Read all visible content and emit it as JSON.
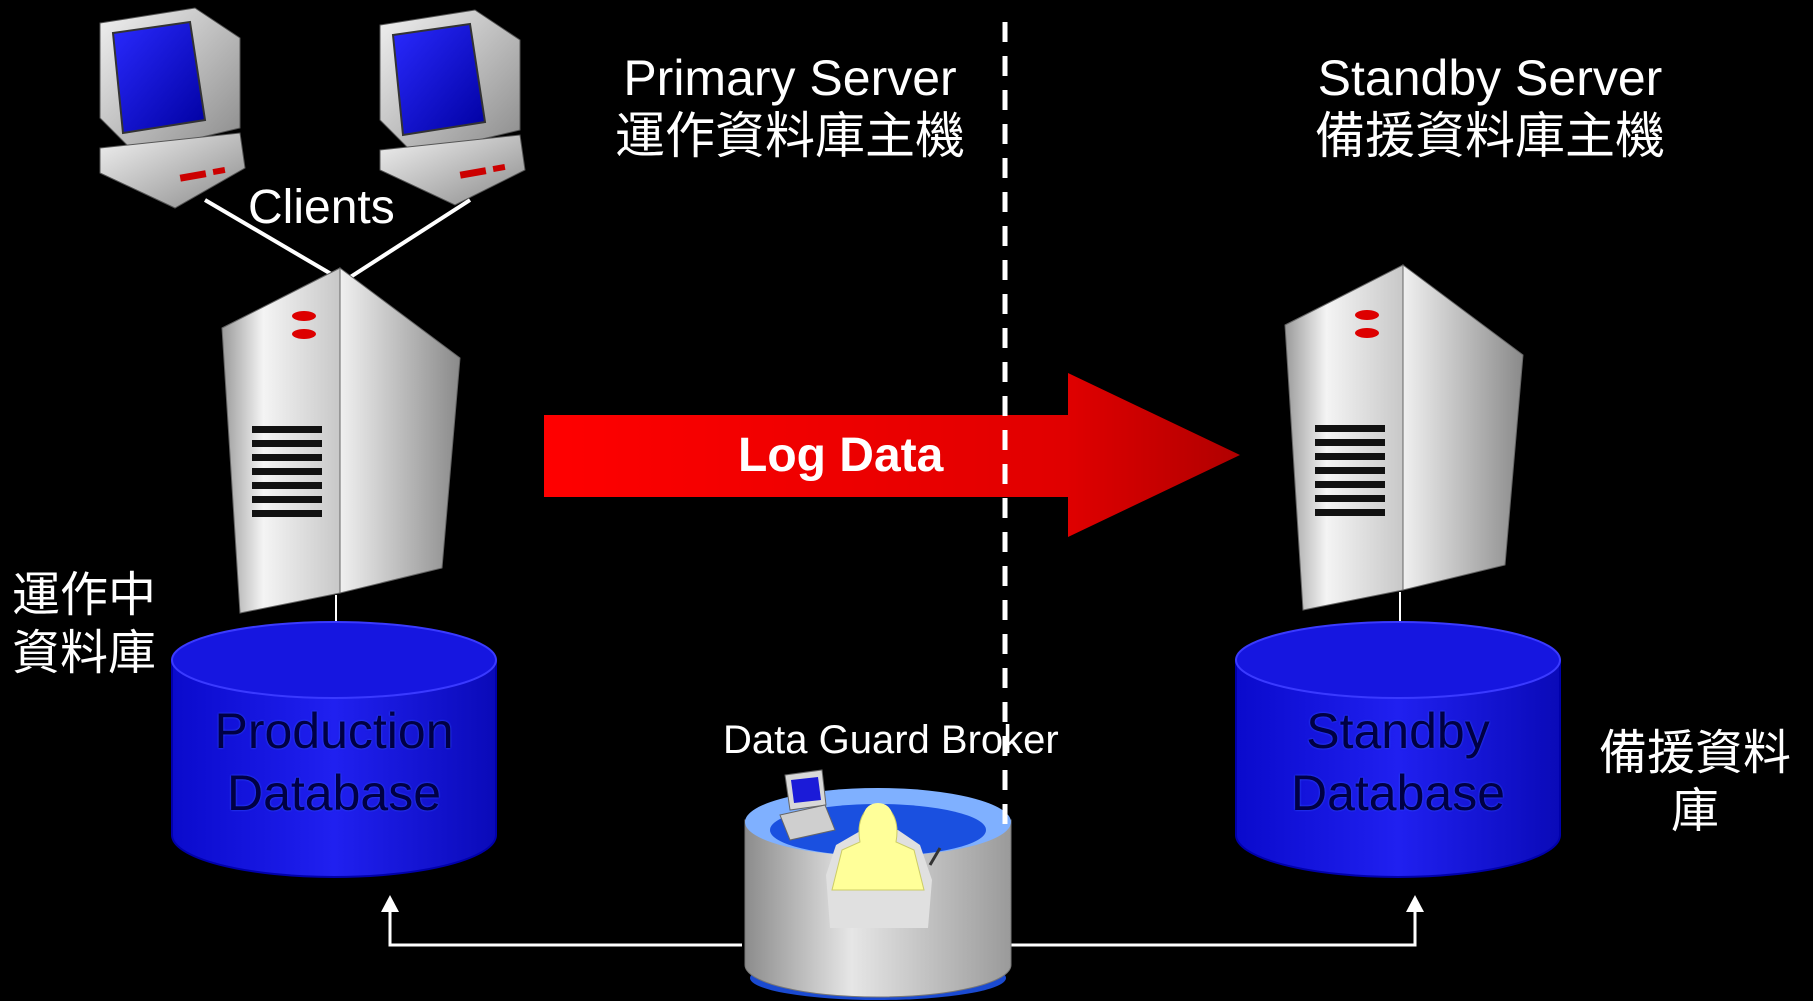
{
  "labels": {
    "clients": "Clients",
    "primary_server_en": "Primary Server",
    "primary_server_zh": "運作資料庫主機",
    "standby_server_en": "Standby Server",
    "standby_server_zh": "備援資料庫主機",
    "log_data": "Log Data",
    "production_db_zh_line1": "運作中",
    "production_db_zh_line2": "資料庫",
    "production_db_line1": "Production",
    "production_db_line2": "Database",
    "standby_db_line1": "Standby",
    "standby_db_line2": "Database",
    "standby_db_zh_line1": "備援資料",
    "standby_db_zh_line2": "庫",
    "broker": "Data Guard Broker"
  },
  "colors": {
    "background": "#000000",
    "arrow": "#ff0000",
    "database": "#1a1aee",
    "text": "#ffffff",
    "divider": "#ffffff"
  },
  "icons": [
    "monitor-icon",
    "server-tower-icon",
    "database-cylinder-icon",
    "broker-console-icon"
  ]
}
